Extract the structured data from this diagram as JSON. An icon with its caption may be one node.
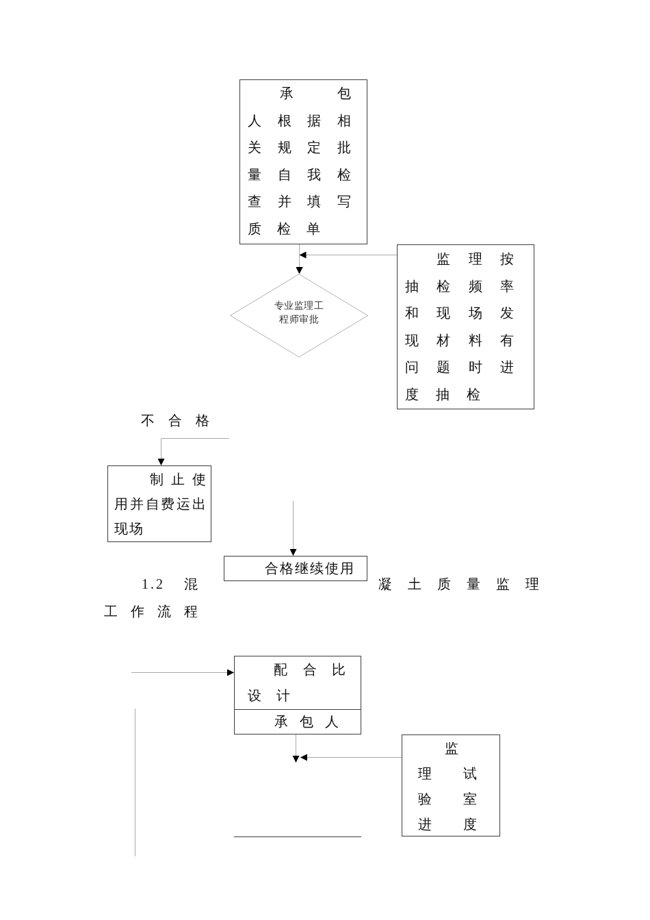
{
  "diagram": {
    "nodes": [
      {
        "text": [
          "承包人根据相关规定批量自我检查并填写质检单"
        ]
      },
      {
        "text": [
          "监理按抽检频率和现场发现材料有问题时进度抽检"
        ]
      },
      {
        "text": [
          "专业监理工程师审批"
        ]
      },
      {
        "text": [
          "制止使用并自费运出现场"
        ]
      },
      {
        "text": [
          "合格继续使用"
        ]
      },
      {
        "text": [
          "配合比设计",
          "承包人"
        ]
      },
      {
        "text": [
          "监理试验室进度"
        ]
      }
    ],
    "edges": [
      {
        "from": 0,
        "to": 2,
        "arrow": "to"
      },
      {
        "from": 1,
        "to": 2,
        "arrow": "to"
      },
      {
        "from": null,
        "to": 3,
        "arrow": "to",
        "label": "不合格"
      },
      {
        "from": null,
        "to": 4,
        "arrow": "to"
      },
      {
        "from": null,
        "to": 5,
        "arrow": "to"
      },
      {
        "from": 5,
        "to": null,
        "arrow": "to"
      },
      {
        "from": 6,
        "to": null,
        "arrow": "to"
      }
    ],
    "labels": [
      "1.2 混",
      "凝土质量监理",
      "工作流程"
    ]
  }
}
